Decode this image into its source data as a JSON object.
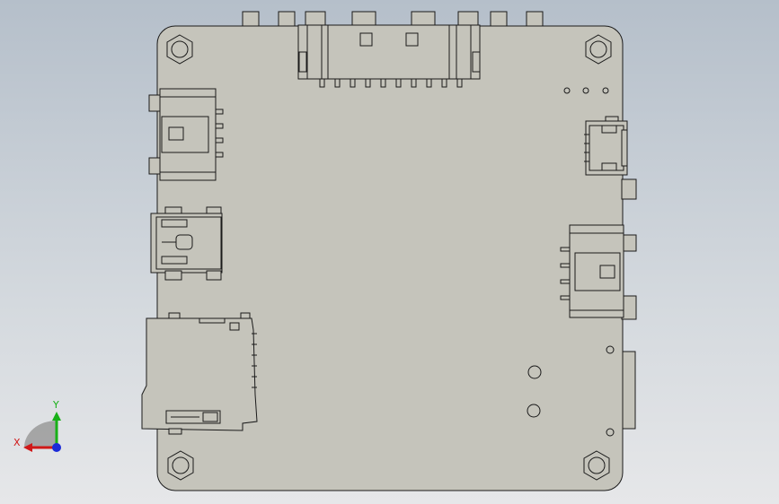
{
  "viewport": {
    "background_top": "#b7c1cc",
    "background_bottom": "#e4e6e9",
    "board_fill": "#c5c4bb",
    "edge_color": "#1a1a1a"
  },
  "triad": {
    "x_label": "X",
    "y_label": "Y",
    "x_color": "#d01818",
    "y_color": "#18b018",
    "z_color": "#1a2ad8"
  },
  "model": {
    "parts": [
      "pcb-board",
      "mounting-hole-top-left",
      "mounting-hole-top-right",
      "mounting-hole-bottom-left",
      "mounting-hole-bottom-right",
      "top-pin-header",
      "left-jst-connector",
      "left-mini-usb-connector",
      "micro-sd-card-slot",
      "right-micro-usb-connector",
      "right-jst-connector",
      "right-edge-connector",
      "status-led-pads"
    ]
  }
}
